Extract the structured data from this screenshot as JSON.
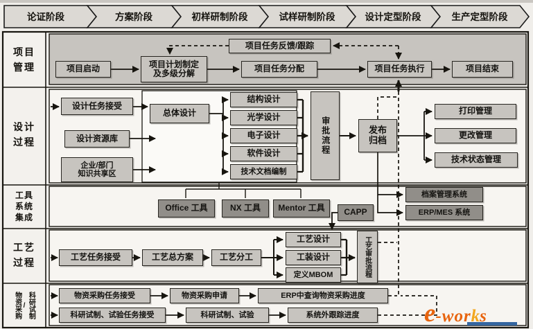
{
  "phases": [
    "论证阶段",
    "方案阶段",
    "初样研制阶段",
    "试样研制阶段",
    "设计定型阶段",
    "生产定型阶段"
  ],
  "project": {
    "label_lines": [
      "项目",
      "管理"
    ],
    "feedback": "项目任务反馈/跟踪",
    "start": "项目启动",
    "plan_lines": [
      "项目计划制定",
      "及多级分解"
    ],
    "assign": "项目任务分配",
    "execute": "项目任务执行",
    "end": "项目结束"
  },
  "design": {
    "label_lines": [
      "设计",
      "过程"
    ],
    "accept": "设计任务接受",
    "resource": "设计资源库",
    "knowledge_lines": [
      "企业/部门",
      "知识共享区"
    ],
    "overall": "总体设计",
    "branches": [
      "结构设计",
      "光学设计",
      "电子设计",
      "软件设计",
      "技术文档编制"
    ],
    "approval": "审批流程",
    "release_lines": [
      "发布",
      "归档"
    ],
    "outputs": [
      "打印管理",
      "更改管理",
      "技术状态管理"
    ]
  },
  "tools": {
    "label_lines": [
      "工具",
      "系统",
      "集成"
    ],
    "items": [
      "Office 工具",
      "NX 工具",
      "Mentor 工具"
    ],
    "capp": "CAPP",
    "systems": [
      "档案管理系统",
      "ERP/MES 系统"
    ]
  },
  "craft": {
    "label_lines": [
      "工艺",
      "过程"
    ],
    "accept": "工艺任务接受",
    "plan": "工艺总方案",
    "split": "工艺分工",
    "branches": [
      "工艺设计",
      "工装设计",
      "定义MBOM"
    ],
    "approval": "工艺审批流程"
  },
  "material": {
    "label_cols": [
      "物资采购",
      "科研试制"
    ],
    "label_separator": "/",
    "row1": [
      "物资采购任务接受",
      "物资采购申请",
      "ERP中查询物资采购进度"
    ],
    "row2": [
      "科研试制、试验任务接受",
      "科研试制、试验",
      "系统外跟踪进度"
    ]
  },
  "logo": {
    "e": "e",
    "part1": "-wor",
    "part2": "k",
    "part3": "s"
  },
  "colors": {
    "box_gray": "#c7c4bf",
    "box_dark": "#918e89",
    "logo_orange": "#e8640e",
    "logo_yellow": "#f2a71f",
    "logo_blue": "#34659f"
  }
}
